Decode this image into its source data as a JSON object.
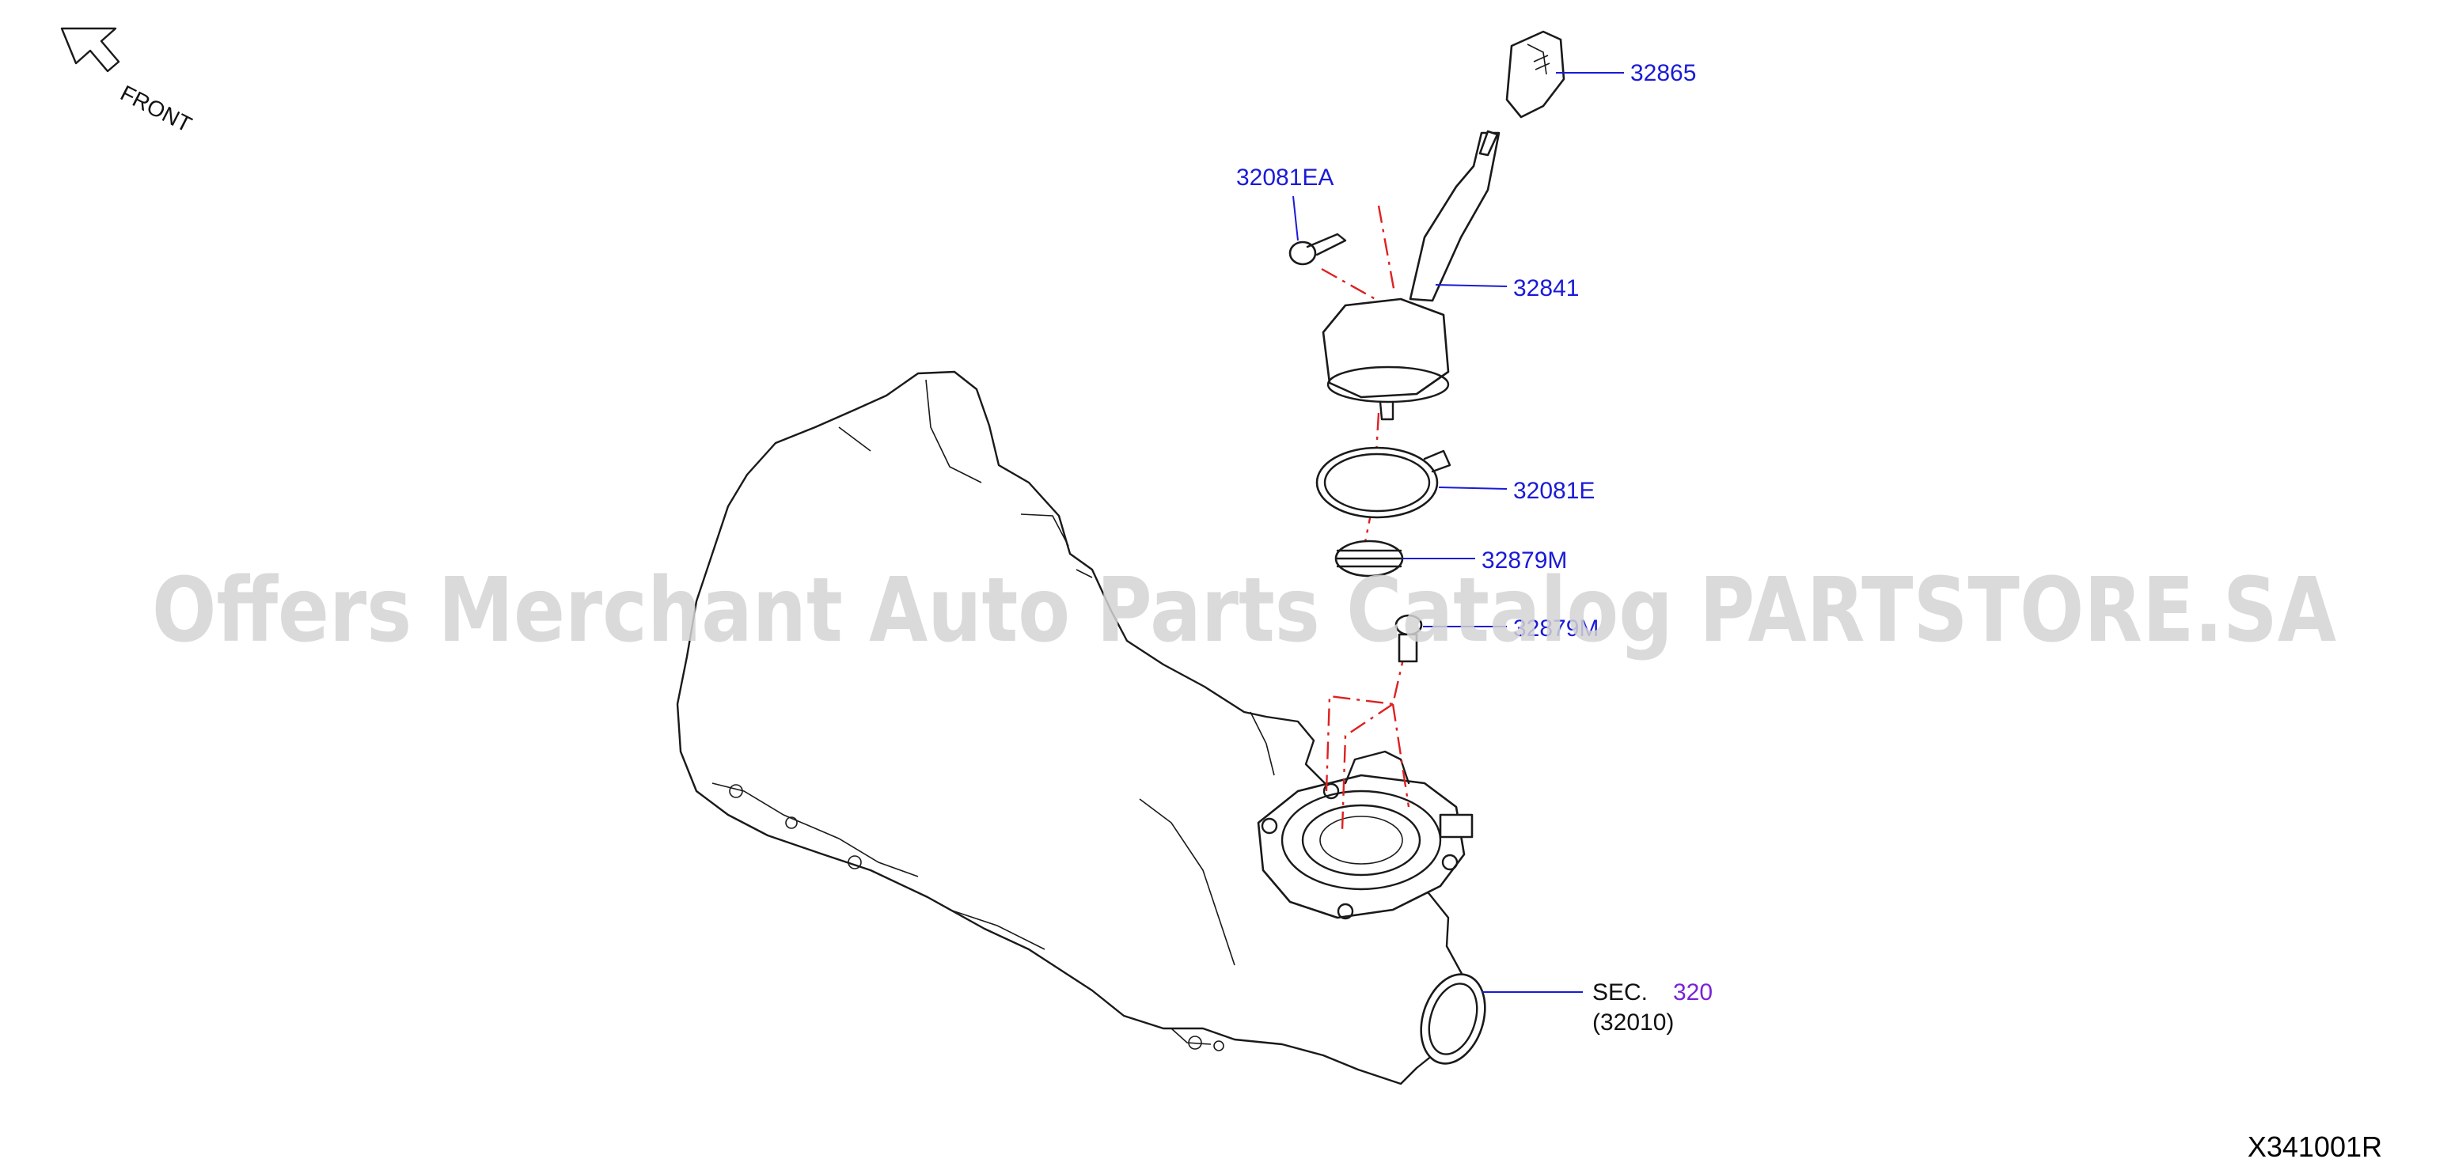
{
  "orientation": {
    "label": "FRONT",
    "icon": "arrow-front-icon"
  },
  "callouts": [
    {
      "id": "knob",
      "part_number": "32865"
    },
    {
      "id": "clip",
      "part_number": "32081EA"
    },
    {
      "id": "lever",
      "part_number": "32841"
    },
    {
      "id": "band",
      "part_number": "32081E"
    },
    {
      "id": "spring",
      "part_number": "32879M"
    },
    {
      "id": "pin",
      "part_number": "32879M"
    }
  ],
  "section_ref": {
    "prefix": "SEC.",
    "number": "320",
    "sub": "(32010)"
  },
  "diagram_code": "X341001R",
  "watermark": "Offers Merchant Auto Parts Catalog PARTSTORE.SA",
  "colors": {
    "callout": "#1a1ad8",
    "section_number": "#7a22d6",
    "centerline": "#e02020",
    "watermark": "#d4d4d4"
  }
}
